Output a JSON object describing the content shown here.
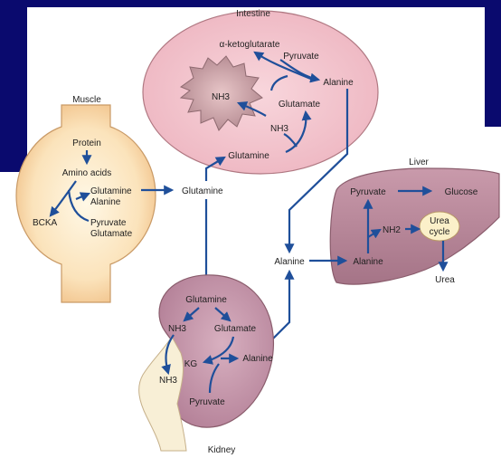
{
  "colors": {
    "slide_background": "#0a0a6e",
    "arrow": "#1f4f9a",
    "intestine": "#f3c6cf",
    "muscle": "#f8d8a7",
    "liver": "#b78a9b",
    "kidney": "#cba0b3"
  },
  "organs": {
    "intestine": "Intestine",
    "muscle": "Muscle",
    "liver": "Liver",
    "kidney": "Kidney"
  },
  "intestine": {
    "akg": "α-ketoglutarate",
    "pyruvate": "Pyruvate",
    "alanine": "Alanine",
    "glutamate": "Glutamate",
    "nh3_center": "NH3",
    "nh3_small": "NH3",
    "glutamine": "Glutamine"
  },
  "muscle": {
    "protein": "Protein",
    "amino_acids": "Amino acids",
    "glutamine": "Glutamine",
    "alanine": "Alanine",
    "bcka": "BCKA",
    "pyruvate": "Pyruvate",
    "glutamate": "Glutamate"
  },
  "blood": {
    "glutamine": "Glutamine",
    "alanine": "Alanine"
  },
  "liver": {
    "pyruvate": "Pyruvate",
    "glucose": "Glucose",
    "nh2": "NH2",
    "urea_cycle_1": "Urea",
    "urea_cycle_2": "cycle",
    "alanine": "Alanine",
    "urea": "Urea"
  },
  "kidney": {
    "glutamine": "Glutamine",
    "nh3_1": "NH3",
    "glutamate": "Glutamate",
    "kg": "KG",
    "alanine": "Alanine",
    "nh3_2": "NH3",
    "pyruvate": "Pyruvate"
  }
}
